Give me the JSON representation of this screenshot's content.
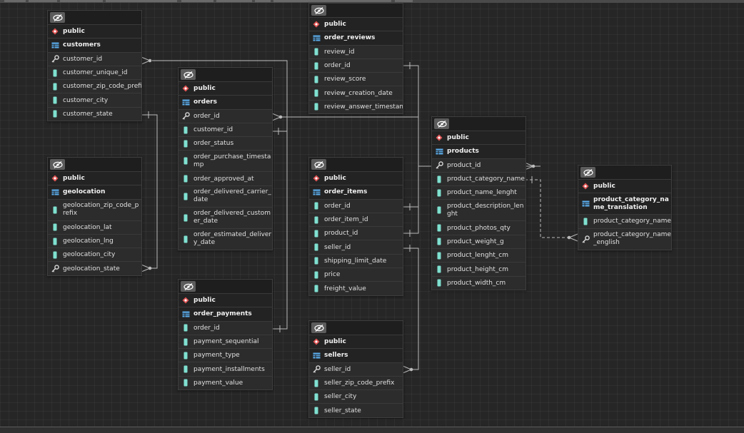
{
  "colors": {
    "schema_icon": "#e05555",
    "table_icon": "#5aa9e6",
    "column_icon": "#7fe0d0",
    "key_icon": "#d8d8d8",
    "relation_line": "#bbbbbb"
  },
  "tables": {
    "customers": {
      "schema": "public",
      "name": "customers",
      "columns": [
        {
          "name": "customer_id",
          "icon": "key-icon"
        },
        {
          "name": "customer_unique_id",
          "icon": "column-icon"
        },
        {
          "name": "customer_zip_code_prefix",
          "icon": "column-icon"
        },
        {
          "name": "customer_city",
          "icon": "column-icon"
        },
        {
          "name": "customer_state",
          "icon": "column-icon"
        }
      ]
    },
    "geolocation": {
      "schema": "public",
      "name": "geolocation",
      "columns": [
        {
          "name": "geolocation_zip_code_prefix",
          "icon": "column-icon"
        },
        {
          "name": "geolocation_lat",
          "icon": "column-icon"
        },
        {
          "name": "geolocation_lng",
          "icon": "column-icon"
        },
        {
          "name": "geolocation_city",
          "icon": "column-icon"
        },
        {
          "name": "geolocation_state",
          "icon": "key-icon"
        }
      ]
    },
    "orders": {
      "schema": "public",
      "name": "orders",
      "columns": [
        {
          "name": "order_id",
          "icon": "key-icon"
        },
        {
          "name": "customer_id",
          "icon": "column-icon"
        },
        {
          "name": "order_status",
          "icon": "column-icon"
        },
        {
          "name": "order_purchase_timestamp",
          "icon": "column-icon"
        },
        {
          "name": "order_approved_at",
          "icon": "column-icon"
        },
        {
          "name": "order_delivered_carrier_date",
          "icon": "column-icon"
        },
        {
          "name": "order_delivered_customer_date",
          "icon": "column-icon"
        },
        {
          "name": "order_estimated_delivery_date",
          "icon": "column-icon"
        }
      ]
    },
    "order_payments": {
      "schema": "public",
      "name": "order_payments",
      "columns": [
        {
          "name": "order_id",
          "icon": "column-icon"
        },
        {
          "name": "payment_sequential",
          "icon": "column-icon"
        },
        {
          "name": "payment_type",
          "icon": "column-icon"
        },
        {
          "name": "payment_installments",
          "icon": "column-icon"
        },
        {
          "name": "payment_value",
          "icon": "column-icon"
        }
      ]
    },
    "order_reviews": {
      "schema": "public",
      "name": "order_reviews",
      "columns": [
        {
          "name": "review_id",
          "icon": "column-icon"
        },
        {
          "name": "order_id",
          "icon": "column-icon"
        },
        {
          "name": "review_score",
          "icon": "column-icon"
        },
        {
          "name": "review_creation_date",
          "icon": "column-icon"
        },
        {
          "name": "review_answer_timestamp",
          "icon": "column-icon"
        }
      ]
    },
    "order_items": {
      "schema": "public",
      "name": "order_items",
      "columns": [
        {
          "name": "order_id",
          "icon": "column-icon"
        },
        {
          "name": "order_item_id",
          "icon": "column-icon"
        },
        {
          "name": "product_id",
          "icon": "column-icon"
        },
        {
          "name": "seller_id",
          "icon": "column-icon"
        },
        {
          "name": "shipping_limit_date",
          "icon": "column-icon"
        },
        {
          "name": "price",
          "icon": "column-icon"
        },
        {
          "name": "freight_value",
          "icon": "column-icon"
        }
      ]
    },
    "sellers": {
      "schema": "public",
      "name": "sellers",
      "columns": [
        {
          "name": "seller_id",
          "icon": "key-icon"
        },
        {
          "name": "seller_zip_code_prefix",
          "icon": "column-icon"
        },
        {
          "name": "seller_city",
          "icon": "column-icon"
        },
        {
          "name": "seller_state",
          "icon": "column-icon"
        }
      ]
    },
    "products": {
      "schema": "public",
      "name": "products",
      "columns": [
        {
          "name": "product_id",
          "icon": "key-icon"
        },
        {
          "name": "product_category_name",
          "icon": "column-icon"
        },
        {
          "name": "product_name_lenght",
          "icon": "column-icon"
        },
        {
          "name": "product_description_lenght",
          "icon": "column-icon"
        },
        {
          "name": "product_photos_qty",
          "icon": "column-icon"
        },
        {
          "name": "product_weight_g",
          "icon": "column-icon"
        },
        {
          "name": "product_lenght_cm",
          "icon": "column-icon"
        },
        {
          "name": "product_height_cm",
          "icon": "column-icon"
        },
        {
          "name": "product_width_cm",
          "icon": "column-icon"
        }
      ]
    },
    "product_category_name_translation": {
      "schema": "public",
      "name": "product_category_name_translation",
      "columns": [
        {
          "name": "product_category_name",
          "icon": "column-icon"
        },
        {
          "name": "product_category_name_english",
          "icon": "key-icon"
        }
      ]
    }
  }
}
